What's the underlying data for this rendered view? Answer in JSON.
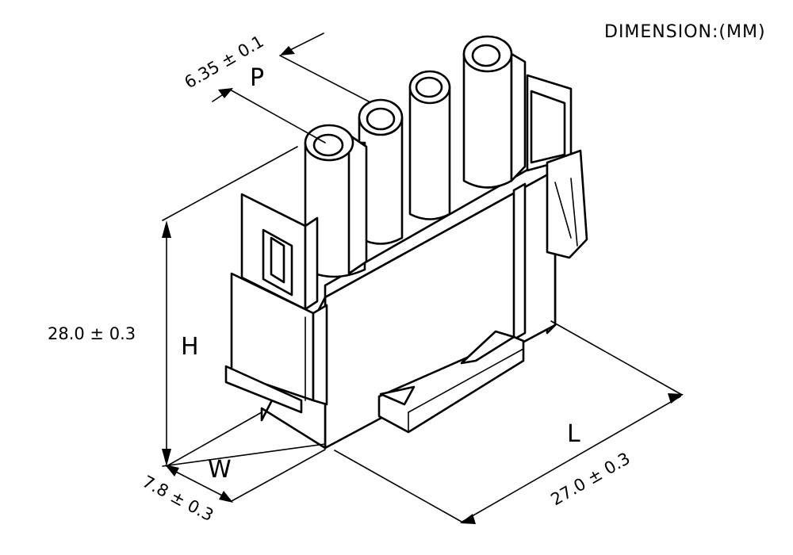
{
  "header": {
    "units_label": "DIMENSION:(MM)"
  },
  "dimensions": {
    "pitch": {
      "symbol": "P",
      "value": "6.35 ± 0.1"
    },
    "height": {
      "symbol": "H",
      "value": "28.0 ± 0.3"
    },
    "width": {
      "symbol": "W",
      "value": "7.8 ± 0.3"
    },
    "length": {
      "symbol": "L",
      "value": "27.0 ± 0.3"
    }
  },
  "component": {
    "pin_count": 4
  }
}
